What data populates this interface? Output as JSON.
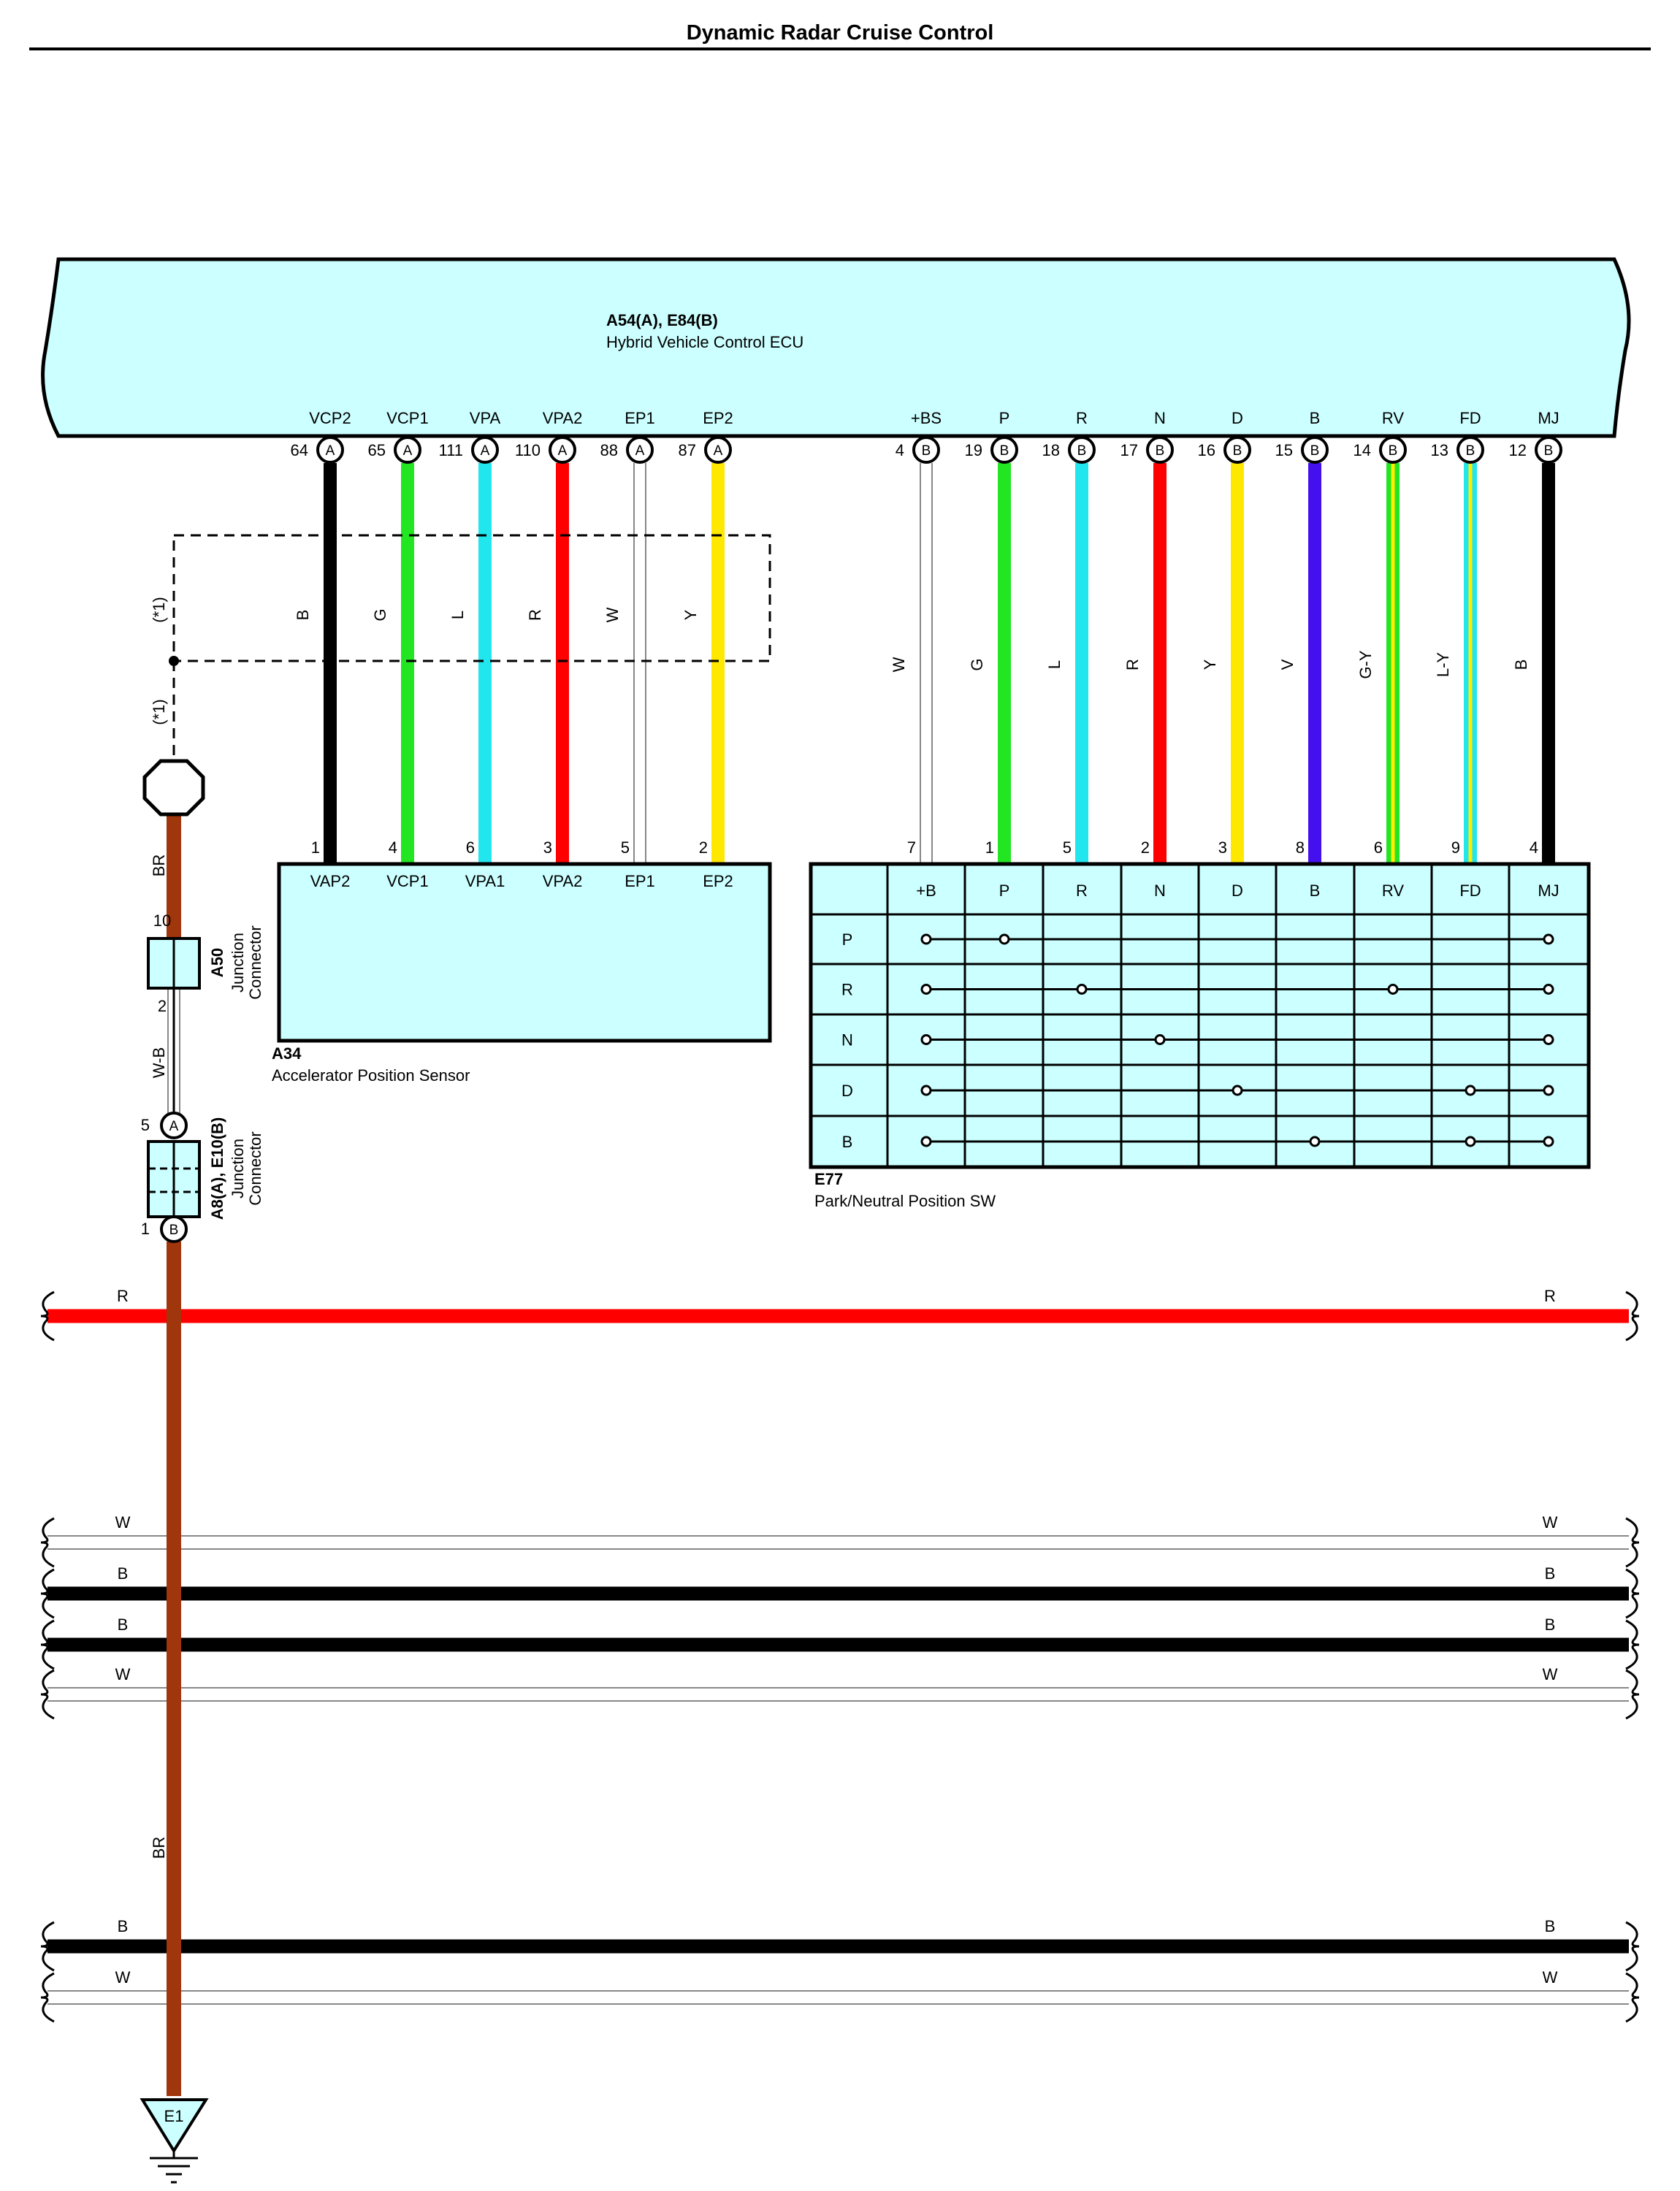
{
  "title": "Dynamic Radar Cruise Control",
  "colors": {
    "box_fill": "#ccffff",
    "B": "#000000",
    "G": "#22e622",
    "L": "#22e6ee",
    "R": "#ff0000",
    "W": "#ffffff",
    "Y": "#ffe800",
    "V": "#4411ee",
    "BR": "#a0360c",
    "GY_Y": "#ffee00",
    "LY_Y": "#ffee00"
  },
  "ecu": {
    "code": "A54(A), E84(B)",
    "name": "Hybrid Vehicle Control ECU",
    "pins": [
      {
        "label": "VCP2",
        "num": "64",
        "conn": "A",
        "wire": "B"
      },
      {
        "label": "VCP1",
        "num": "65",
        "conn": "A",
        "wire": "G"
      },
      {
        "label": "VPA",
        "num": "111",
        "conn": "A",
        "wire": "L"
      },
      {
        "label": "VPA2",
        "num": "110",
        "conn": "A",
        "wire": "R"
      },
      {
        "label": "EP1",
        "num": "88",
        "conn": "A",
        "wire": "W"
      },
      {
        "label": "EP2",
        "num": "87",
        "conn": "A",
        "wire": "Y"
      },
      {
        "label": "+BS",
        "num": "4",
        "conn": "B",
        "wire": "W"
      },
      {
        "label": "P",
        "num": "19",
        "conn": "B",
        "wire": "G"
      },
      {
        "label": "R",
        "num": "18",
        "conn": "B",
        "wire": "L"
      },
      {
        "label": "N",
        "num": "17",
        "conn": "B",
        "wire": "R"
      },
      {
        "label": "D",
        "num": "16",
        "conn": "B",
        "wire": "Y"
      },
      {
        "label": "B",
        "num": "15",
        "conn": "B",
        "wire": "V"
      },
      {
        "label": "RV",
        "num": "14",
        "conn": "B",
        "wire": "G-Y"
      },
      {
        "label": "FD",
        "num": "13",
        "conn": "B",
        "wire": "L-Y"
      },
      {
        "label": "MJ",
        "num": "12",
        "conn": "B",
        "wire": "B"
      }
    ]
  },
  "sensor": {
    "code": "A34",
    "name": "Accelerator Position Sensor",
    "pins": [
      {
        "num": "1",
        "label": "VAP2"
      },
      {
        "num": "4",
        "label": "VCP1"
      },
      {
        "num": "6",
        "label": "VPA1"
      },
      {
        "num": "3",
        "label": "VPA2"
      },
      {
        "num": "5",
        "label": "EP1"
      },
      {
        "num": "2",
        "label": "EP2"
      }
    ]
  },
  "switch": {
    "code": "E77",
    "name": "Park/Neutral Position SW",
    "pin_nums": [
      "7",
      "1",
      "5",
      "2",
      "3",
      "8",
      "6",
      "9",
      "4"
    ],
    "columns": [
      "+B",
      "P",
      "R",
      "N",
      "D",
      "B",
      "RV",
      "FD",
      "MJ"
    ],
    "rows": [
      {
        "label": "P",
        "conn": [
          0,
          1,
          8
        ]
      },
      {
        "label": "R",
        "conn": [
          0,
          2,
          6,
          8
        ]
      },
      {
        "label": "N",
        "conn": [
          0,
          3,
          8
        ]
      },
      {
        "label": "D",
        "conn": [
          0,
          4,
          7,
          8
        ]
      },
      {
        "label": "B",
        "conn": [
          0,
          5,
          7,
          8
        ]
      }
    ]
  },
  "shield": {
    "note1": "(*1)",
    "note2": "(*1)"
  },
  "junction_a50": {
    "code": "A50",
    "name": "Junction\nConnector",
    "pin_top": "10",
    "pin_bottom": "2"
  },
  "junction_a8": {
    "code": "A8(A), E10(B)",
    "name": "Junction\nConnector",
    "pin_top": "5",
    "conn_top": "A",
    "pin_bottom": "1",
    "conn_bottom": "B"
  },
  "ground_wire": {
    "wire1": "BR",
    "wire2": "W-B",
    "wire3": "BR"
  },
  "ground": "E1",
  "buses": [
    {
      "color": "R",
      "left": "R",
      "right": "R"
    },
    {
      "color": "W",
      "left": "W",
      "right": "W"
    },
    {
      "color": "B",
      "left": "B",
      "right": "B"
    },
    {
      "color": "B",
      "left": "B",
      "right": "B"
    },
    {
      "color": "W",
      "left": "W",
      "right": "W"
    },
    {
      "color": "B",
      "left": "B",
      "right": "B"
    },
    {
      "color": "W",
      "left": "W",
      "right": "W"
    }
  ]
}
